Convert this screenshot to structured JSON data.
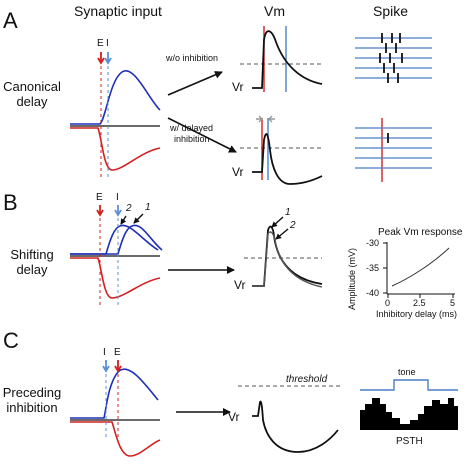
{
  "headers": {
    "synaptic": "Synaptic input",
    "vm": "Vm",
    "spike": "Spike"
  },
  "panels": {
    "A": {
      "letter": "A",
      "row_label_1": "Canonical",
      "row_label_2": "delay",
      "markers": {
        "e": "E",
        "i": "I"
      },
      "cond1": "w/o inhibition",
      "cond2_l1": "w/ delayed",
      "cond2_l2": "inhibition",
      "vr": "Vr"
    },
    "B": {
      "letter": "B",
      "row_label_1": "Shifting",
      "row_label_2": "delay",
      "markers": {
        "e": "E",
        "i": "I",
        "n1": "1",
        "n2": "2"
      },
      "vr": "Vr",
      "inset": {
        "title": "Peak Vm response",
        "ylabel": "Amplitude (mV)",
        "xlabel": "Inhibitory delay (ms)",
        "yticks": [
          "-30",
          "-35",
          "-40"
        ],
        "xticks": [
          "0",
          "2.5",
          "5"
        ]
      }
    },
    "C": {
      "letter": "C",
      "row_label_1": "Preceding",
      "row_label_2": "inhibition",
      "markers": {
        "i": "I",
        "e": "E"
      },
      "threshold": "threshold",
      "vr": "Vr",
      "tone": "tone",
      "psth": "PSTH"
    }
  },
  "colors": {
    "excitation": "#d42020",
    "inhibition": "#1f2fb8",
    "marker_i": "#5b8fd6",
    "spike_line": "#4a7fc6",
    "psth": "#000000"
  }
}
